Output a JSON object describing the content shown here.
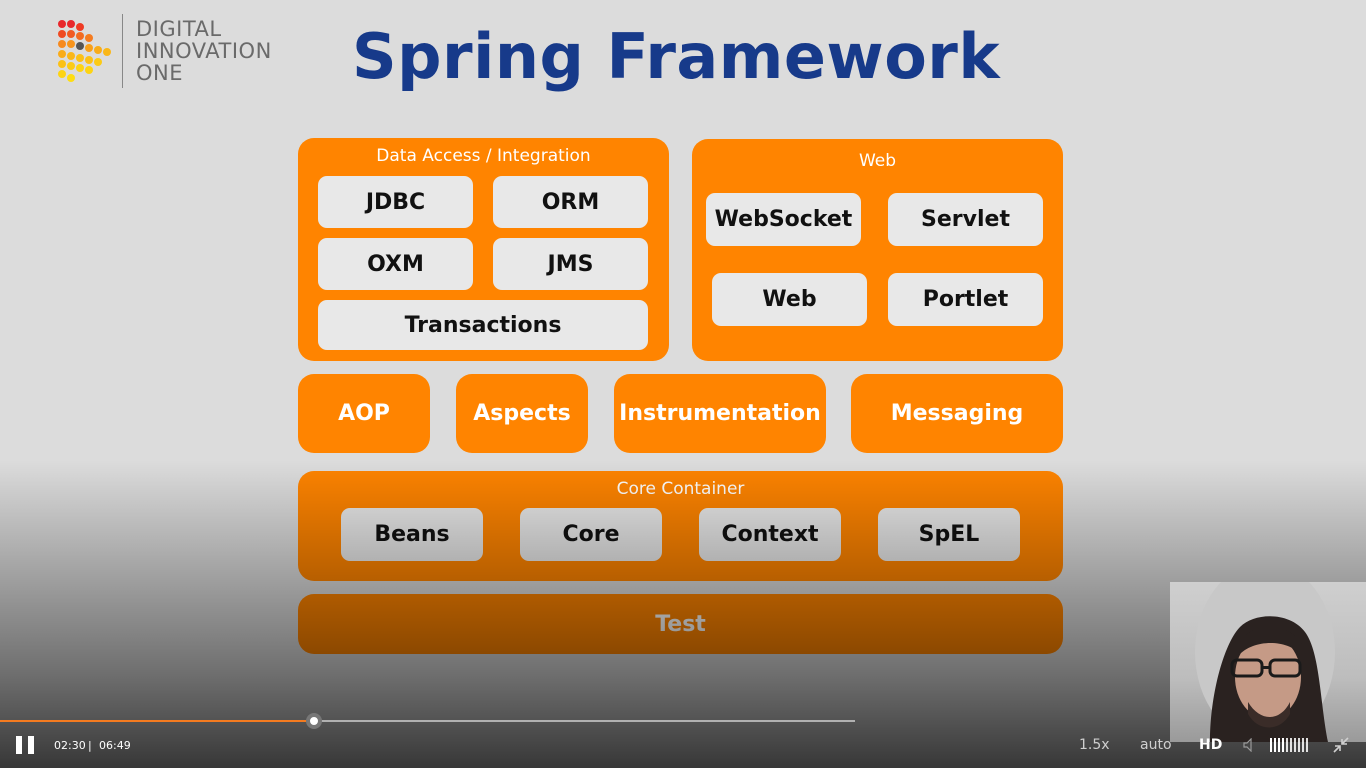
{
  "logo": {
    "line1": "DIGITAL",
    "line2": "INNOVATION",
    "line3": "ONE"
  },
  "slide": {
    "title": "Spring Framework",
    "data_access": {
      "label": "Data Access / Integration",
      "modules": [
        "JDBC",
        "ORM",
        "OXM",
        "JMS",
        "Transactions"
      ]
    },
    "web": {
      "label": "Web",
      "modules": [
        "WebSocket",
        "Servlet",
        "Web",
        "Portlet"
      ]
    },
    "middle": [
      "AOP",
      "Aspects",
      "Instrumentation",
      "Messaging"
    ],
    "core_container": {
      "label": "Core Container",
      "modules": [
        "Beans",
        "Core",
        "Context",
        "SpEL"
      ]
    },
    "test": "Test"
  },
  "player": {
    "time_current": "02:30",
    "time_separator": "|",
    "time_total": "06:49",
    "progress_fraction": 0.3667,
    "speed": "1.5x",
    "quality": "auto",
    "hd": "HD",
    "accent_color": "#f47b20"
  },
  "colors": {
    "title": "#173a8a",
    "block": "#ff8400",
    "module": "#e8e8e8"
  }
}
